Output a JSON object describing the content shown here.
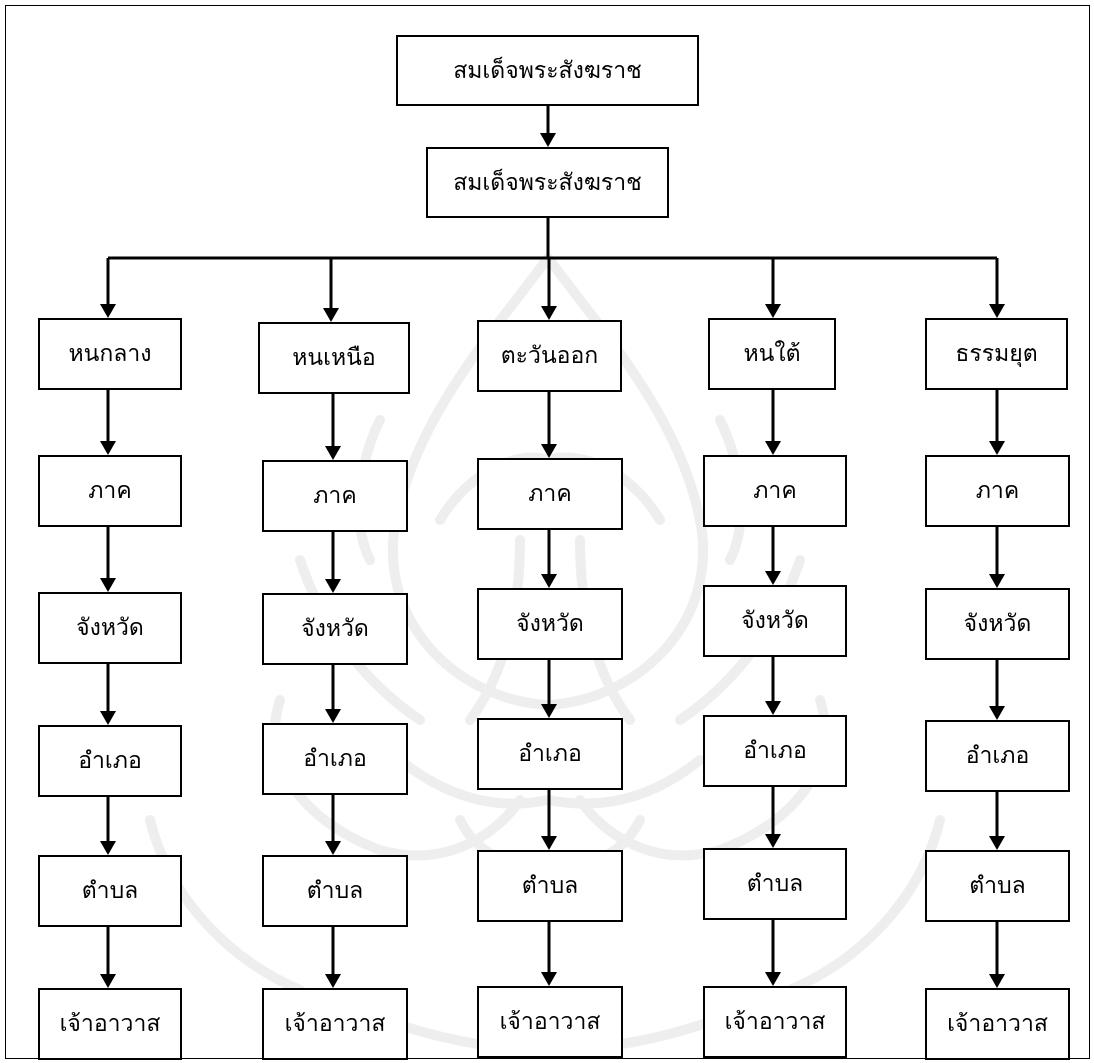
{
  "chart": {
    "top": {
      "label": "สมเด็จพระสังฆราช"
    },
    "second": {
      "label": "สมเด็จพระสังฆราช"
    },
    "branches": [
      {
        "head": "หนกลาง",
        "levels": [
          "ภาค",
          "จังหวัด",
          "อำเภอ",
          "ตำบล",
          "เจ้าอาวาส"
        ]
      },
      {
        "head": "หนเหนือ",
        "levels": [
          "ภาค",
          "จังหวัด",
          "อำเภอ",
          "ตำบล",
          "เจ้าอาวาส"
        ]
      },
      {
        "head": "ตะวันออก",
        "levels": [
          "ภาค",
          "จังหวัด",
          "อำเภอ",
          "ตำบล",
          "เจ้าอาวาส"
        ]
      },
      {
        "head": "หนใต้",
        "levels": [
          "ภาค",
          "จังหวัด",
          "อำเภอ",
          "ตำบล",
          "เจ้าอาวาส"
        ]
      },
      {
        "head": "ธรรมยุต",
        "levels": [
          "ภาค",
          "จังหวัด",
          "อำเภอ",
          "ตำบล",
          "เจ้าอาวาส"
        ]
      }
    ]
  },
  "colors": {
    "line": "#000000",
    "watermark": "#9a9a9a"
  }
}
